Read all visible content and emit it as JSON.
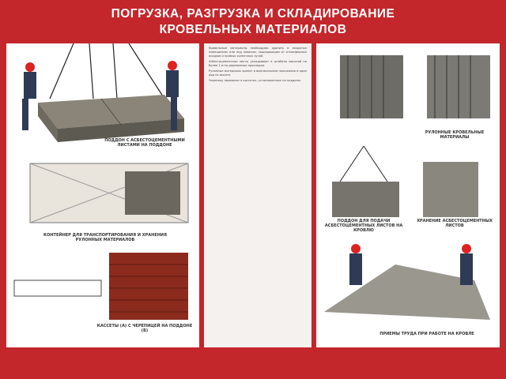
{
  "poster": {
    "title_line1": "ПОГРУЗКА, РАЗГРУЗКА И СКЛАДИРОВАНИЕ",
    "title_line2": "КРОВЕЛЬНЫХ МАТЕРИАЛОВ",
    "bg_color": "#c3262b"
  },
  "left": {
    "caption_pallet": "ПОДДОН С АСБЕСТОЦЕМЕНТНЫМИ ЛИСТАМИ НА ПОДДОНЕ",
    "caption_container": "КОНТЕЙНЕР ДЛЯ ТРАНСПОРТИРОВАНИЯ И ХРАНЕНИЯ РУЛОННЫХ МАТЕРИАЛОВ",
    "caption_tiles": "КАССЕТЫ (a) С ЧЕРЕПИЦЕЙ НА ПОДДОНЕ (б)"
  },
  "middle": {
    "p1": "Кровельные материалы необходимо хранить в закрытых помещениях или под навесом, защищающим от атмосферных осадков и прямых солнечных лучей.",
    "p2": "Асбестоцементные листы укладывают в штабеля высотой не более 1 м на деревянные прокладки.",
    "p3": "Рулонные материалы хранят в вертикальном положении в один ряд по высоте.",
    "p4": "Черепицу перевозят в кассетах, установленных на поддоны."
  },
  "right": {
    "caption_rolls": "РУЛОННЫЕ КРОВЕЛЬНЫЕ МАТЕРИАЛЫ",
    "caption_lift": "ПОДДОН ДЛЯ ПОДАЧИ АСБЕСТОЦЕМЕНТНЫХ ЛИСТОВ НА КРОВЛЮ",
    "caption_stack": "ХРАНЕНИЕ АСБЕСТОЦЕМЕНТНЫХ ЛИСТОВ",
    "caption_workers": "ПРИЕМЫ ТРУДА ПРИ РАБОТЕ НА КРОВЛЕ"
  }
}
